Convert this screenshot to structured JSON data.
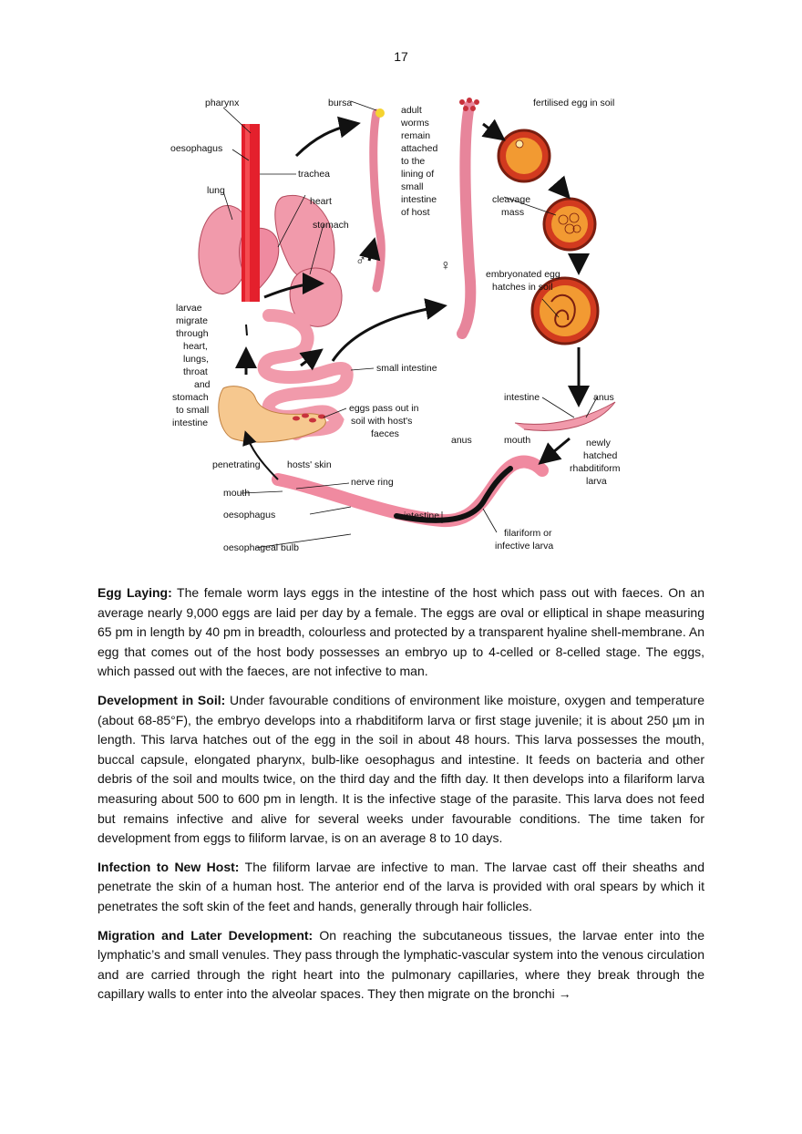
{
  "page": {
    "number": "17"
  },
  "figure": {
    "labels": {
      "pharynx": "pharynx",
      "bursa": "bursa",
      "adult_worms": [
        "adult",
        "worms",
        "remain",
        "attached",
        "to the",
        "lining of",
        "small",
        "intestine",
        "of host"
      ],
      "fertilised_egg": "fertilised egg in soil",
      "oesophagus_top": "oesophagus",
      "trachea": "trachea",
      "lung": "lung",
      "heart": "heart",
      "stomach": "stomach",
      "male_symbol": "♂",
      "female_symbol": "♀",
      "cleavage_mass": [
        "cleavage",
        "mass"
      ],
      "embryonated_egg": [
        "embryonated egg",
        "hatches in soil"
      ],
      "larvae_migrate": [
        "larvae",
        "migrate",
        "through",
        "heart,",
        "lungs,",
        "throat",
        "and",
        "stomach",
        "to small",
        "intestine"
      ],
      "small_intestine": "small intestine",
      "intestine_right": "intestine",
      "anus_right": "anus",
      "eggs_pass_out": [
        "eggs pass out in",
        "soil with host's",
        "faeces"
      ],
      "anus_mid": "anus",
      "mouth_right": "mouth",
      "newly_hatched": [
        "newly",
        "hatched",
        "rhabditiform",
        "larva"
      ],
      "penetrating": "penetrating",
      "hosts_skin": "hosts' skin",
      "nerve_ring": "nerve ring",
      "mouth_bottom": "mouth",
      "oesophagus_bottom": "oesophagus",
      "intestine_bottom": "intestine",
      "filariform": [
        "filariform or",
        "infective larva"
      ],
      "oesophageal_bulb": "oesophageal bulb"
    }
  },
  "paragraphs": [
    {
      "heading": "Egg Laying:",
      "text": " The female worm lays eggs in the intestine of the host which pass out with faeces. On an average nearly 9,000 eggs are laid per day by a female. The eggs are oval or elliptical in shape measuring 65 pm in length by 40 pm in breadth, colourless and protected by a transparent hyaline shell-membrane. An egg that comes out of the host body possesses an embryo up to 4-celled or 8-celled stage. The eggs, which passed out with the faeces, are not infective to man."
    },
    {
      "heading": "Development in Soil:",
      "text": " Under favourable conditions of environment like moisture, oxygen and temperature (about 68-85°F), the embryo develops into a rhabditiform larva or first stage juvenile; it is about 250 µm in length. This larva hatches out of the egg in the soil in about 48 hours. This larva possesses the mouth, buccal capsule, elongated pharynx, bulb-like oesophagus and intestine. It feeds on bacteria and other debris of the soil and moults twice, on the third day and the fifth day. It then develops into a filariform larva measuring about 500 to 600 pm in length. It is the infective stage of the parasite. This larva does not feed but remains infective and alive for several weeks under favourable conditions. The time taken for development from eggs to filiform larvae, is on an average 8 to 10 days."
    },
    {
      "heading": "Infection to New Host:",
      "text": " The filiform larvae are infective to man. The larvae cast off their sheaths and penetrate the skin of a human host. The anterior end of the larva is provided with oral spears by which it penetrates the soft skin of the feet and hands, generally through hair follicles."
    },
    {
      "heading": "Migration and Later Development:",
      "text": " On reaching the subcutaneous tissues, the larvae enter into the lymphatic’s and small venules. They pass through the lymphatic-vascular system into the venous circulation and are carried through the right heart into the pulmonary capillaries, where they break through the capillary walls to enter into the alveolar spaces. They then migrate on the bronchi →"
    }
  ]
}
